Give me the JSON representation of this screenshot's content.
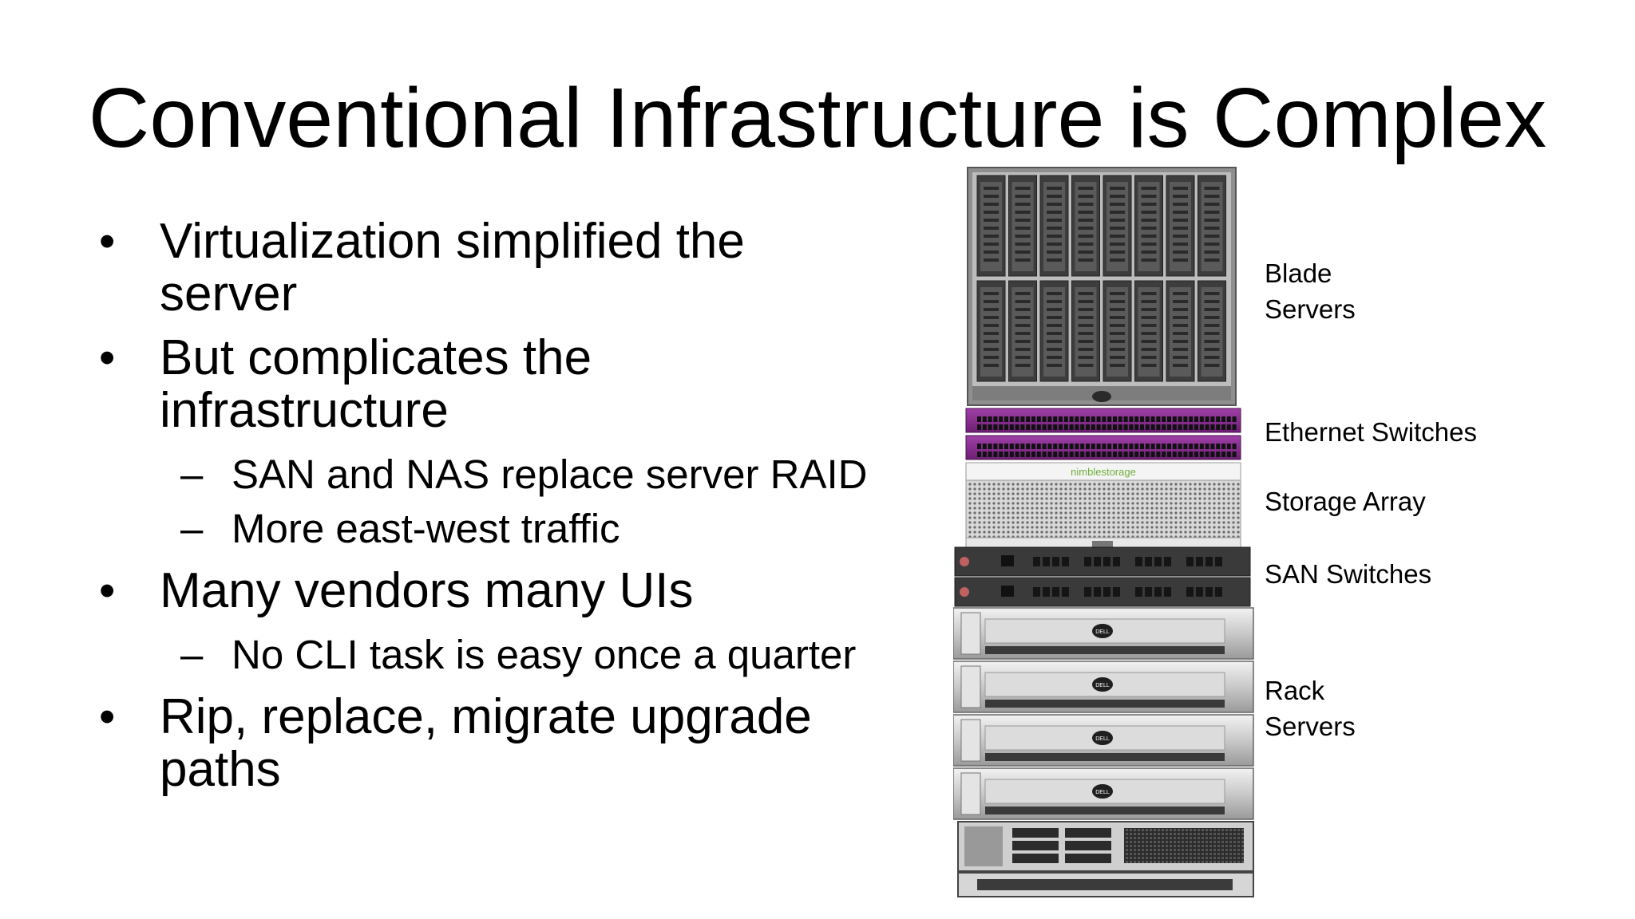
{
  "slide": {
    "title": "Conventional Infrastructure is Complex",
    "bullets": [
      {
        "text": "Virtualization simplified the server",
        "level": 1
      },
      {
        "text": "But complicates the infrastructure",
        "level": 1
      },
      {
        "text": "SAN and NAS replace server RAID",
        "level": 2
      },
      {
        "text": "More east-west traffic",
        "level": 2
      },
      {
        "text": "Many vendors many UIs",
        "level": 1
      },
      {
        "text": "No CLI task is easy once a quarter",
        "level": 2
      },
      {
        "text": "Rip, replace, migrate upgrade paths",
        "level": 1
      }
    ],
    "bullet_symbol": "•",
    "sub_bullet_symbol": "–",
    "labels": {
      "blade": "Blade\nServers",
      "ethernet": "Ethernet Switches",
      "storage": "Storage Array",
      "san": "SAN Switches",
      "rack": "Rack\nServers"
    },
    "hardware": {
      "storage_brand": "nimblestorage",
      "server_brand": "DELL"
    },
    "colors": {
      "ethernet_switch": "#8a2a8e",
      "storage_logo": "#6fae3a"
    }
  }
}
